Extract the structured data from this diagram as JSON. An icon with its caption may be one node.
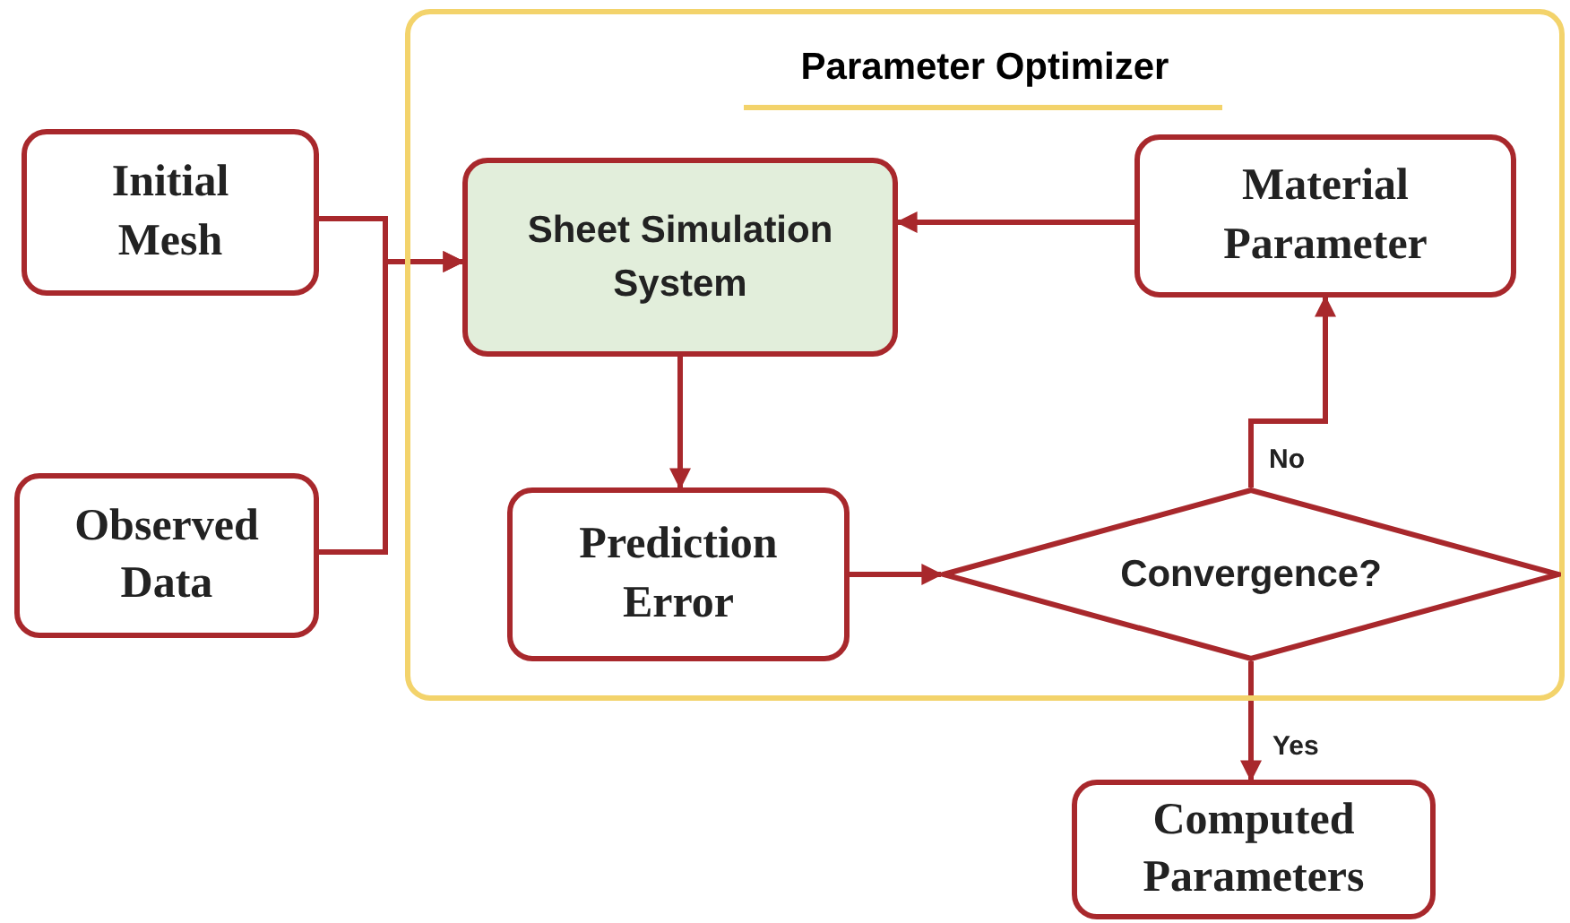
{
  "diagram": {
    "nodes": [
      {
        "text": [
          "Initial Mesh"
        ]
      },
      {
        "text": [
          "Observed Data"
        ]
      },
      {
        "text": [
          "Parameter Optimizer"
        ]
      },
      {
        "text": [
          "Sheet Simulation System"
        ],
        "in": 2
      },
      {
        "text": [
          "Material Parameter"
        ],
        "in": 2
      },
      {
        "text": [
          "Prediction Error"
        ],
        "in": 2
      },
      {
        "text": [
          "Convergence?"
        ],
        "in": 2
      },
      {
        "text": [
          "Computed Parameters"
        ]
      }
    ],
    "edges": [
      {
        "from": 0,
        "to": 3,
        "arrow": "to"
      },
      {
        "from": 1,
        "to": 3,
        "arrow": "to"
      },
      {
        "from": 3,
        "to": 5,
        "arrow": "to"
      },
      {
        "from": 5,
        "to": 6,
        "arrow": "to"
      },
      {
        "from": 6,
        "to": 4,
        "arrow": "to",
        "label": "No"
      },
      {
        "from": 4,
        "to": 3,
        "arrow": "to"
      },
      {
        "from": 6,
        "to": 7,
        "arrow": "to",
        "label": "Yes"
      }
    ]
  }
}
